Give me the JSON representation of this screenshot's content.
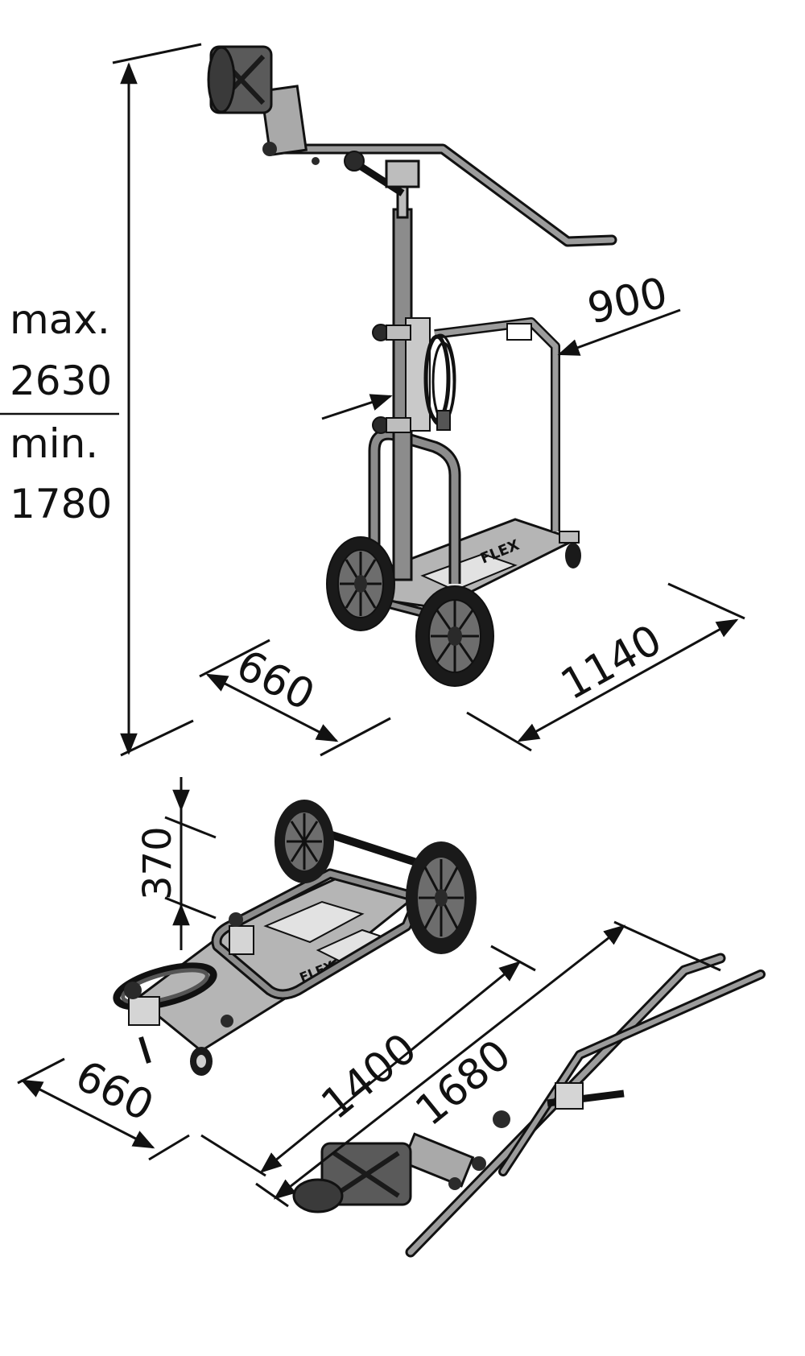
{
  "height_labels": {
    "max_prefix": "max.",
    "max_value": "2630",
    "min_prefix": "min.",
    "min_value": "1780"
  },
  "upright_view": {
    "width": "900",
    "depth": "660",
    "length": "1140"
  },
  "folded_view": {
    "height": "370",
    "width": "660",
    "frame_length": "1400",
    "handle_length": "1680"
  },
  "colors": {
    "line": "#111111",
    "metal": "#8c8c8c",
    "metal_light": "#bdbdbd",
    "dark": "#2a2a2a",
    "tire": "#1a1a1a",
    "base_plate": "#b5b5b5",
    "background": "#ffffff"
  }
}
